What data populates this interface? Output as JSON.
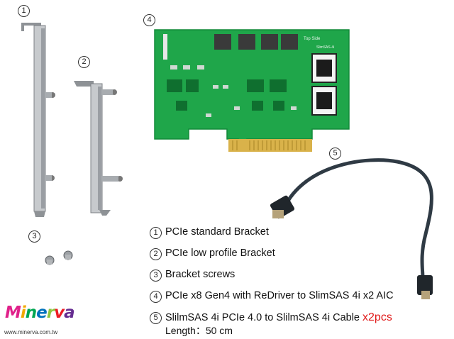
{
  "markers": {
    "bracket_standard": "1",
    "bracket_low_profile": "2",
    "screws": "3",
    "card": "4",
    "cable": "5"
  },
  "card": {
    "top_side_label": "Top Side",
    "connector_label": "SlimSAS-4i"
  },
  "legend": [
    {
      "num": "1",
      "text": "PCIe standard Bracket"
    },
    {
      "num": "2",
      "text": "PCIe low profile Bracket"
    },
    {
      "num": "3",
      "text": "Bracket screws"
    },
    {
      "num": "4",
      "text": "PCIe x8 Gen4 with ReDriver to SlimSAS 4i x2 AIC"
    },
    {
      "num": "5",
      "text": "SlilmSAS 4i PCIe 4.0 to SlilmSAS 4i Cable",
      "extra": "x2pcs"
    }
  ],
  "length_line": "Length：50 cm",
  "brand": {
    "logo_text": "Minerva",
    "website": "www.minerva.com.tw",
    "logo_colors": [
      "#e0218a",
      "#f2a900",
      "#00a651",
      "#0072bc",
      "#8dc63f",
      "#ed1c24",
      "#662d91"
    ]
  },
  "colors": {
    "pcb": "#1fa64a",
    "pcb_dark": "#138a3a",
    "gold": "#d9b24a",
    "metal": "#b9bcc0",
    "cable": "#2f3a44",
    "accent": "#e01818"
  }
}
